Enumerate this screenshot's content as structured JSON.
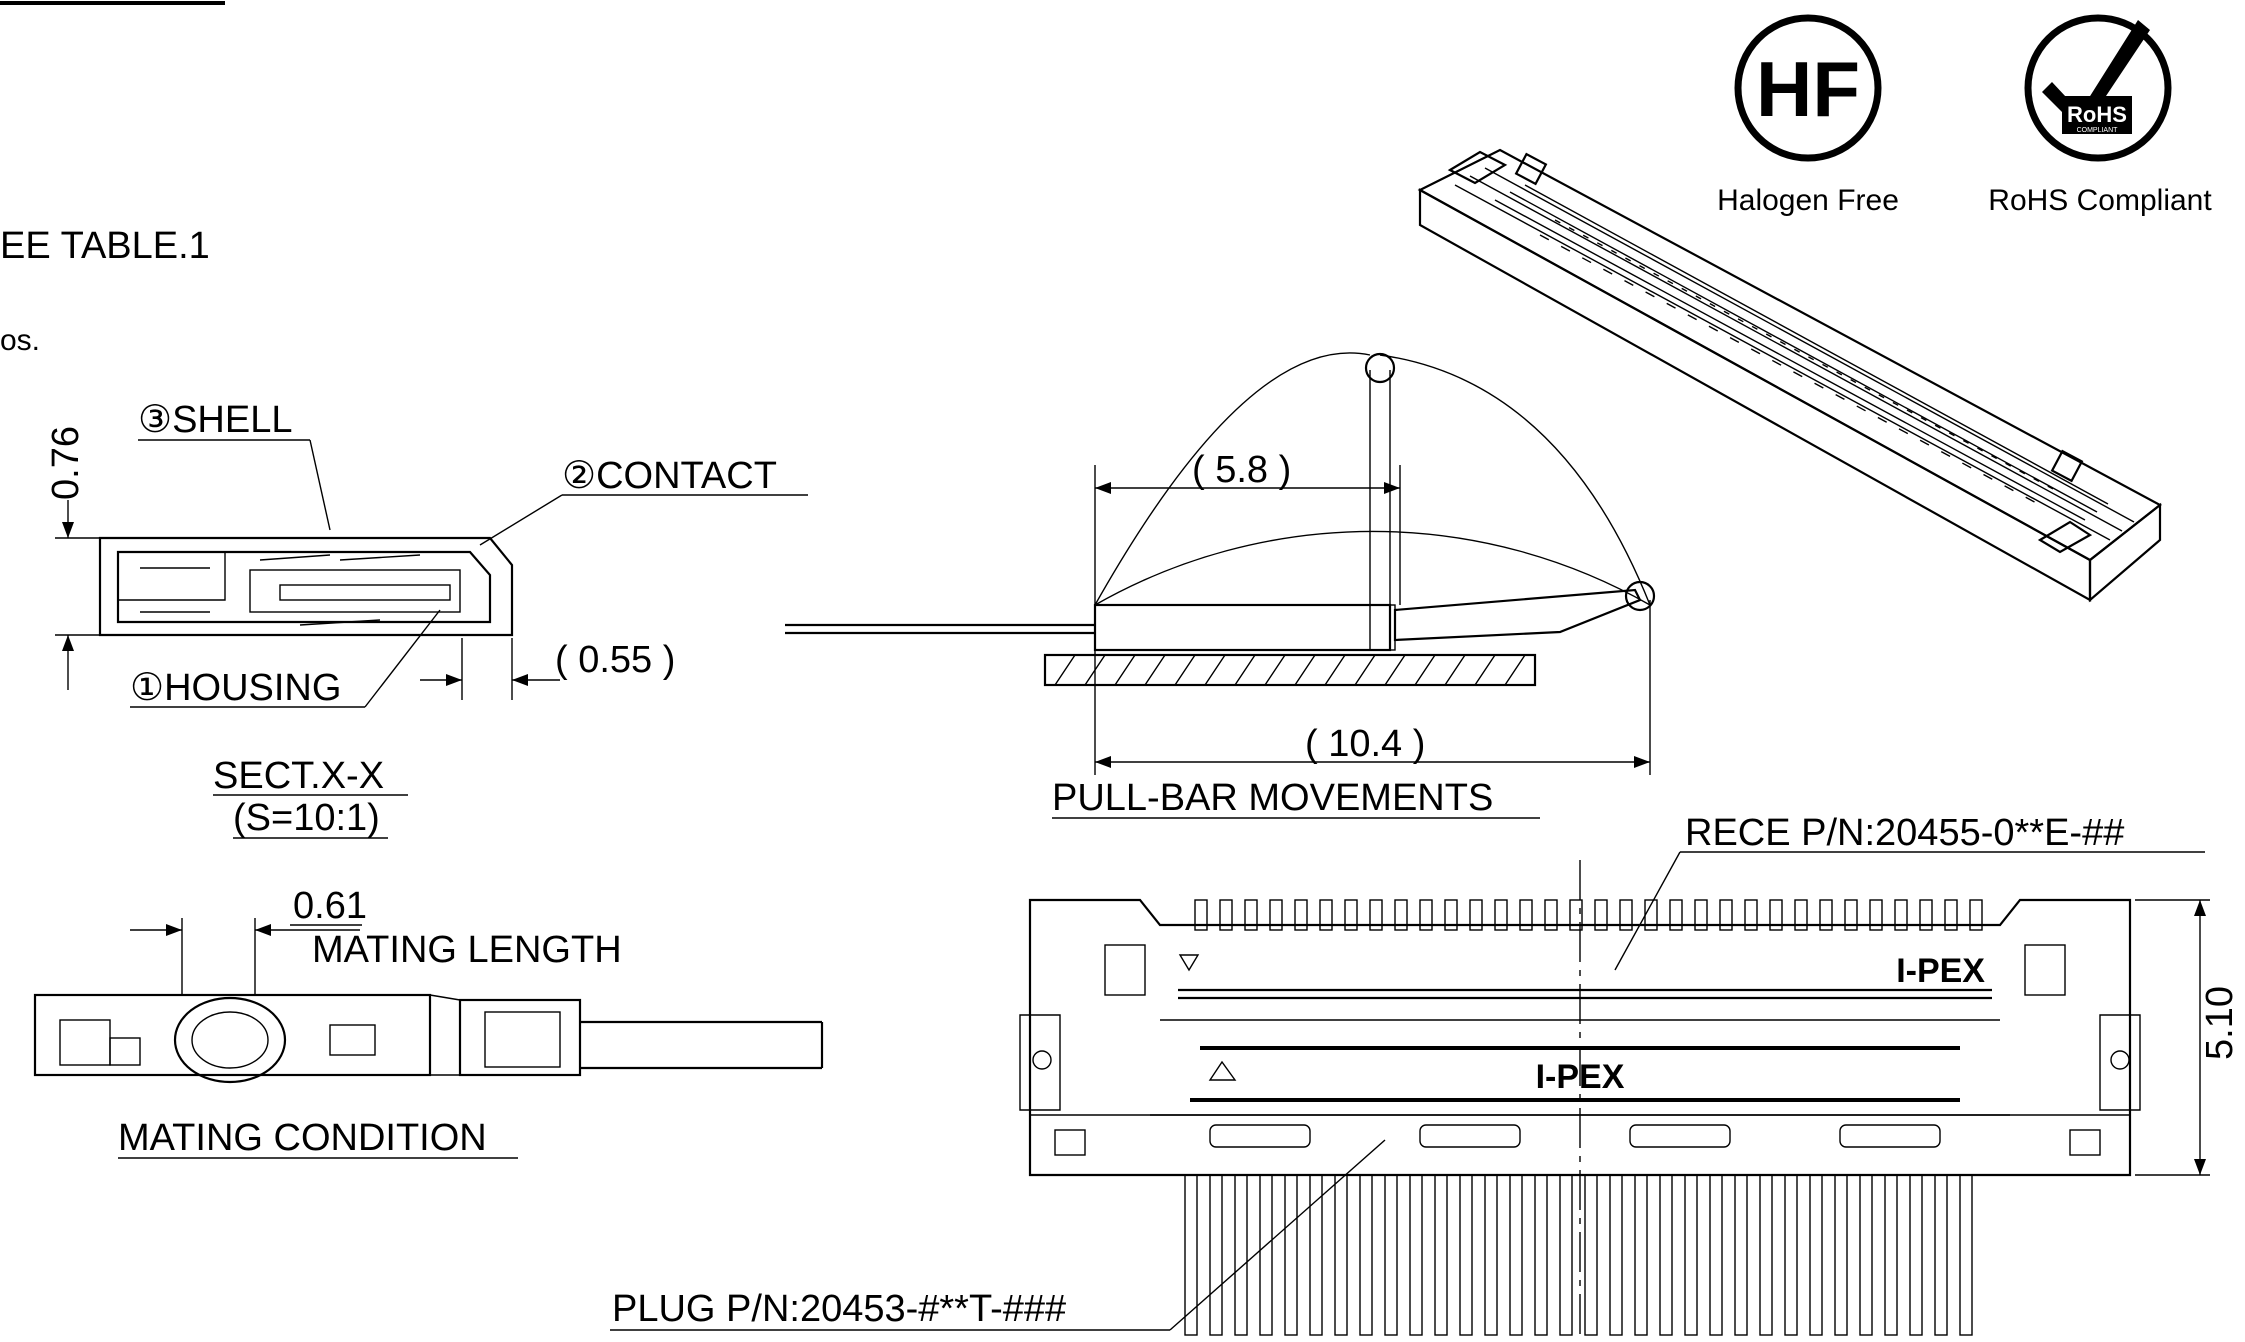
{
  "notes": {
    "table_ref": "EE TABLE.1",
    "fragment": "os."
  },
  "badges": {
    "hf_symbol": "HF",
    "hf_caption": "Halogen Free",
    "rohs_symbol": "RoHS",
    "rohs_sub": "COMPLIANT",
    "rohs_caption": "RoHS Compliant"
  },
  "section": {
    "shell": "③SHELL",
    "contact": "②CONTACT",
    "housing": "①HOUSING",
    "dim_height": "0.76",
    "dim_gap": "( 0.55 )",
    "title": "SECT.X-X",
    "scale": "(S=10:1)"
  },
  "mating": {
    "dim": "0.61",
    "length_label": "MATING LENGTH",
    "title": "MATING CONDITION"
  },
  "pullbar": {
    "dim_top": "( 5.8 )",
    "dim_bottom": "( 10.4 )",
    "title": "PULL-BAR MOVEMENTS"
  },
  "plan": {
    "rece_pn": "RECE P/N:20455-0**E-##",
    "plug_pn": "PLUG P/N:20453-#**T-###",
    "brand_top": "I-PEX",
    "brand_mid": "I-PEX",
    "dim_height": "5.10"
  }
}
